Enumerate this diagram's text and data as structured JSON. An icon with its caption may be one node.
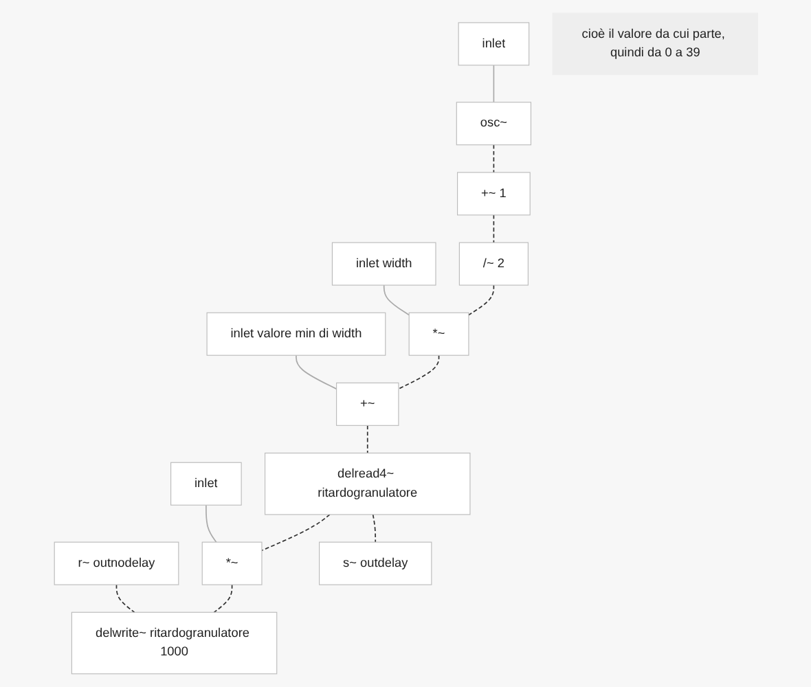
{
  "diagram": {
    "nodes": [
      {
        "text": [
          "r~ outnodelay"
        ]
      },
      {
        "text": [
          "delwrite~ ritardogranulatore 1000"
        ]
      },
      {
        "text": [
          "inlet"
        ]
      },
      {
        "text": [
          "osc~"
        ]
      },
      {
        "text": [
          "inlet width"
        ]
      },
      {
        "text": [
          "inlet valore min di width"
        ]
      },
      {
        "text": [
          "cioè il valore da cui parte, quindi da 0 a 39"
        ]
      },
      {
        "text": [
          "+~ 1"
        ]
      },
      {
        "text": [
          "/~ 2"
        ]
      },
      {
        "text": [
          "inlet"
        ]
      },
      {
        "text": [
          "*~"
        ]
      },
      {
        "text": [
          "+~"
        ]
      },
      {
        "text": [
          "delread4~ ritardogranulatore"
        ]
      },
      {
        "text": [
          "*~"
        ]
      },
      {
        "text": [
          "s~ outdelay"
        ]
      }
    ],
    "edges": [
      {
        "from": 0,
        "to": 1,
        "arrow": "none",
        "style": "dashed"
      },
      {
        "from": 2,
        "to": 3,
        "arrow": "none",
        "color": "#aaaaaa"
      },
      {
        "from": 3,
        "to": 7,
        "arrow": "none",
        "style": "dashed"
      },
      {
        "from": 7,
        "to": 8,
        "arrow": "none",
        "style": "dashed"
      },
      {
        "from": 8,
        "to": 10,
        "arrow": "none",
        "style": "dashed"
      },
      {
        "from": 4,
        "to": 10,
        "arrow": "none",
        "color": "#aaaaaa"
      },
      {
        "from": 10,
        "to": 11,
        "arrow": "none",
        "style": "dashed"
      },
      {
        "from": 5,
        "to": 11,
        "arrow": "none",
        "color": "#aaaaaa"
      },
      {
        "from": 11,
        "to": 12,
        "arrow": "none",
        "style": "dashed"
      },
      {
        "from": 12,
        "to": 13,
        "arrow": "none",
        "style": "dashed"
      },
      {
        "from": 13,
        "to": 1,
        "arrow": "none",
        "style": "dashed"
      },
      {
        "from": 9,
        "to": 13,
        "arrow": "none",
        "color": "#aaaaaa"
      },
      {
        "from": 12,
        "to": 14,
        "arrow": "none",
        "style": "dashed"
      }
    ]
  }
}
